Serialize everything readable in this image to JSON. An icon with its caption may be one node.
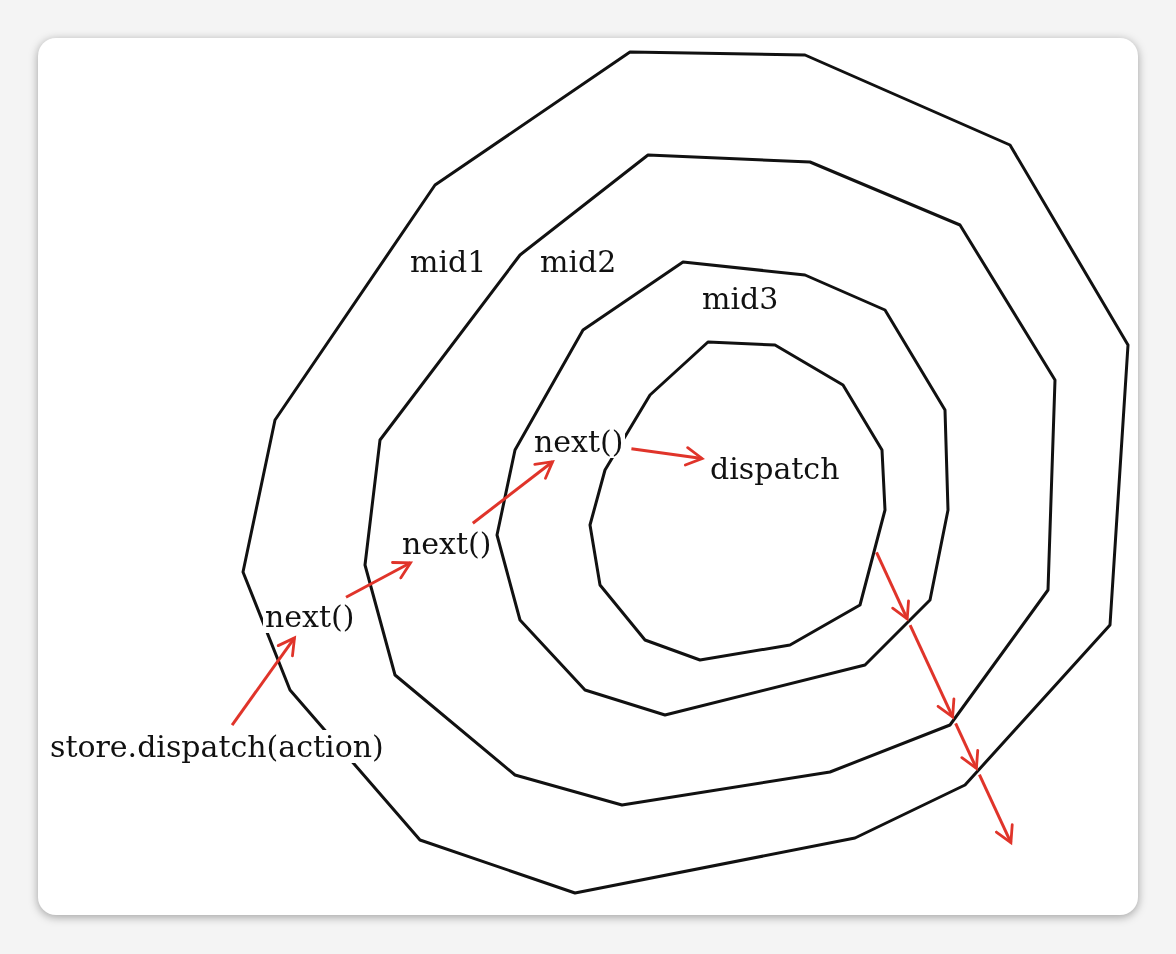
{
  "diagram": {
    "nodes": [
      {
        "text": [
          "mid1"
        ]
      },
      {
        "text": [
          "mid2"
        ],
        "in": 0
      },
      {
        "text": [
          "mid3"
        ],
        "in": 1
      },
      {
        "text": [
          "dispatch"
        ],
        "in": 2
      },
      {
        "text": [
          "store.dispatch(action)"
        ]
      },
      {
        "text": [
          "next()"
        ],
        "in": 0
      },
      {
        "text": [
          "next()"
        ],
        "in": 1
      },
      {
        "text": [
          "next()"
        ],
        "in": 2
      }
    ],
    "edges": [
      {
        "from": 4,
        "to": 5,
        "arrow": "to"
      },
      {
        "from": 5,
        "to": 6,
        "arrow": "to"
      },
      {
        "from": 6,
        "to": 7,
        "arrow": "to"
      },
      {
        "from": 7,
        "to": 3,
        "arrow": "to"
      },
      {
        "from": 3,
        "to": 2,
        "arrow": "to"
      },
      {
        "from": 2,
        "to": 1,
        "arrow": "to"
      },
      {
        "from": 1,
        "to": 0,
        "arrow": "to"
      },
      {
        "from": 0,
        "to": null,
        "arrow": "to"
      }
    ]
  }
}
